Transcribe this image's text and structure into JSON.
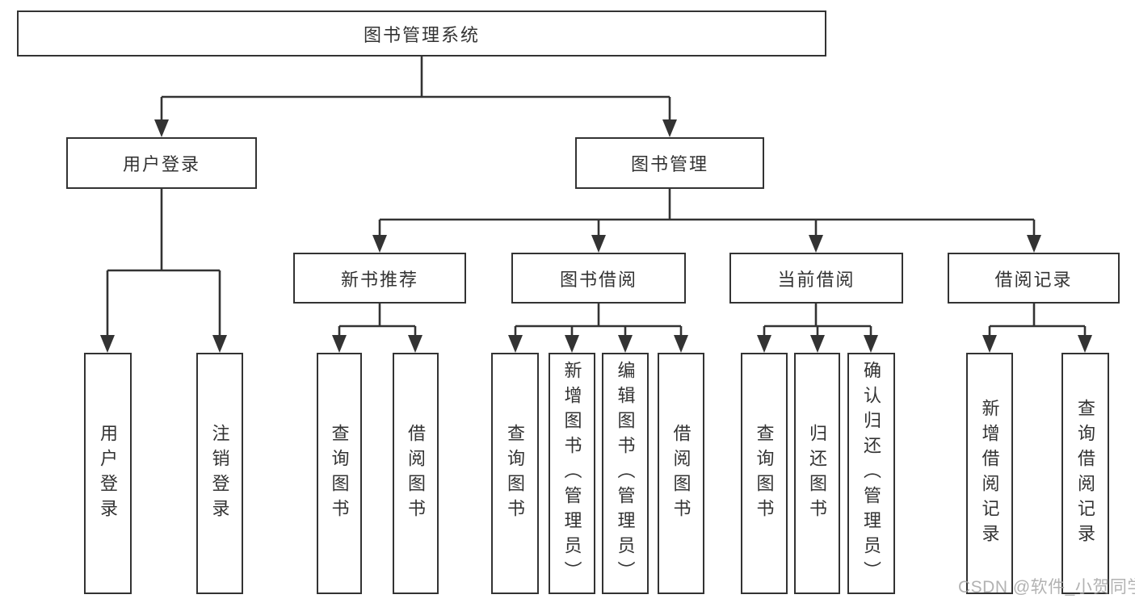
{
  "tree": {
    "label": "图书管理系统",
    "children": [
      {
        "label": "用户登录",
        "children": [
          {
            "label": "用户登录"
          },
          {
            "label": "注销登录"
          }
        ]
      },
      {
        "label": "图书管理",
        "children": [
          {
            "label": "新书推荐",
            "children": [
              {
                "label": "查询图书"
              },
              {
                "label": "借阅图书"
              }
            ]
          },
          {
            "label": "图书借阅",
            "children": [
              {
                "label": "查询图书"
              },
              {
                "label": "新增图书（管理员）"
              },
              {
                "label": "编辑图书（管理员）"
              },
              {
                "label": "借阅图书"
              }
            ]
          },
          {
            "label": "当前借阅",
            "children": [
              {
                "label": "查询图书"
              },
              {
                "label": "归还图书"
              },
              {
                "label": "确认归还（管理员）"
              }
            ]
          },
          {
            "label": "借阅记录",
            "children": [
              {
                "label": "新增借阅记录"
              },
              {
                "label": "查询借阅记录"
              }
            ]
          }
        ]
      }
    ]
  },
  "watermark": {
    "text": "CSDN @软件_小贺同学"
  },
  "colors": {
    "line": "#333333",
    "box_border": "#333333",
    "text": "#333333",
    "watermark": "#a4a4a4",
    "background": "#ffffff"
  }
}
